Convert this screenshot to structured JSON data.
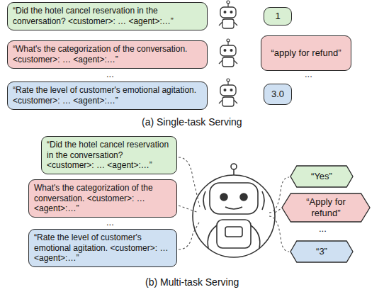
{
  "diagram": {
    "nodes": [
      {
        "text": [
          "“Did the hotel cancel reservation in the conversation? <customer>: … <agent>:…”"
        ]
      },
      {
        "text": [
          "“What's the categorization of the conversation. <customer>: … <agent>:…”"
        ]
      },
      {
        "text": [
          "“Rate the level of customer's emotional agitation. <customer>: … <agent>:…”"
        ]
      },
      {
        "text": [
          "1"
        ]
      },
      {
        "text": [
          "“apply for refund”"
        ]
      },
      {
        "text": [
          "3.0"
        ]
      },
      {
        "text": [
          "“Did the hotel cancel reservation in the conversation? <customer>: … <agent>:…”"
        ]
      },
      {
        "text": [
          "What's the categorization of the conversation. <customer>: … <agent>:…”"
        ]
      },
      {
        "text": [
          "“Rate the level of customer's emotional agitation. <customer>: … <agent>:…”"
        ]
      },
      {
        "text": [
          "“Yes”"
        ]
      },
      {
        "text": [
          "“Apply for refund”"
        ]
      },
      {
        "text": [
          "“3”"
        ]
      }
    ],
    "labels": [
      "...",
      "...",
      "(a) Single-task Serving",
      "...",
      "...",
      "(b) Multi-task Serving"
    ]
  }
}
